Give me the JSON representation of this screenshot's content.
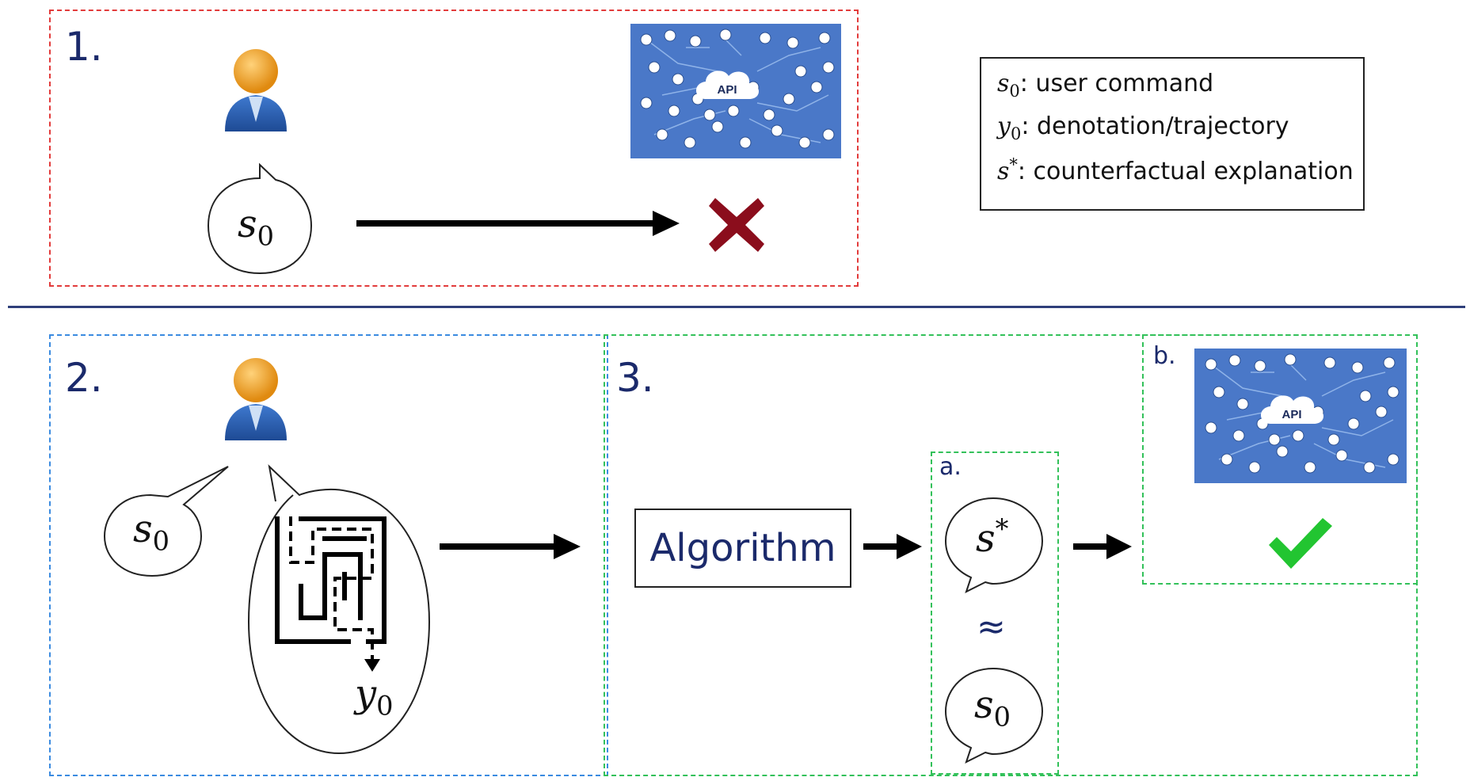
{
  "panel1": {
    "number": "1."
  },
  "panel2": {
    "number": "2."
  },
  "panel3": {
    "number": "3.",
    "sub_a": "a.",
    "sub_b": "b."
  },
  "api": {
    "label": "API"
  },
  "symbols": {
    "s0_base": "s",
    "s0_sub": "0",
    "y0_base": "y",
    "y0_sub": "0",
    "sstar_base": "s",
    "sstar_sup": "*",
    "approx": "≈"
  },
  "algorithm": {
    "label": "Algorithm"
  },
  "legend": {
    "rows": [
      {
        "base": "s",
        "script": "0",
        "script_type": "sub",
        "text": ": user command"
      },
      {
        "base": "y",
        "script": "0",
        "script_type": "sub",
        "text": ": denotation/trajectory"
      },
      {
        "base": "s",
        "script": "*",
        "script_type": "sup",
        "text": ": counterfactual explanation"
      }
    ]
  },
  "colors": {
    "fail": "#8b0d1c",
    "success": "#22c531",
    "panel1_border": "#e23b3b",
    "panel2_border": "#3b8be0",
    "panel3_border": "#33c15a",
    "api_bg": "#4a78c8",
    "user_head": "#f0a020",
    "user_body": "#2a5aa8"
  },
  "icons": {
    "user": "user-avatar-icon",
    "api": "api-cloud-network-icon",
    "fail": "red-x-icon",
    "success": "green-checkmark-icon",
    "maze": "maze-trajectory-icon"
  }
}
